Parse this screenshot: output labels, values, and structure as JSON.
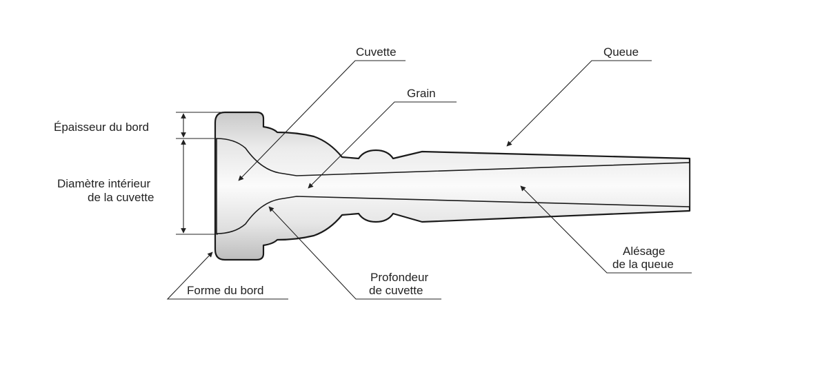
{
  "labels": {
    "cuvette": "Cuvette",
    "queue": "Queue",
    "grain": "Grain",
    "epaisseur_bord": "Épaisseur du bord",
    "diametre_line1": "Diamètre intérieur",
    "diametre_line2": "de la cuvette",
    "forme_bord": "Forme du bord",
    "profondeur_line1": "Profondeur",
    "profondeur_line2": "de cuvette",
    "alesage_line1": "Alésage",
    "alesage_line2": "de la queue"
  }
}
